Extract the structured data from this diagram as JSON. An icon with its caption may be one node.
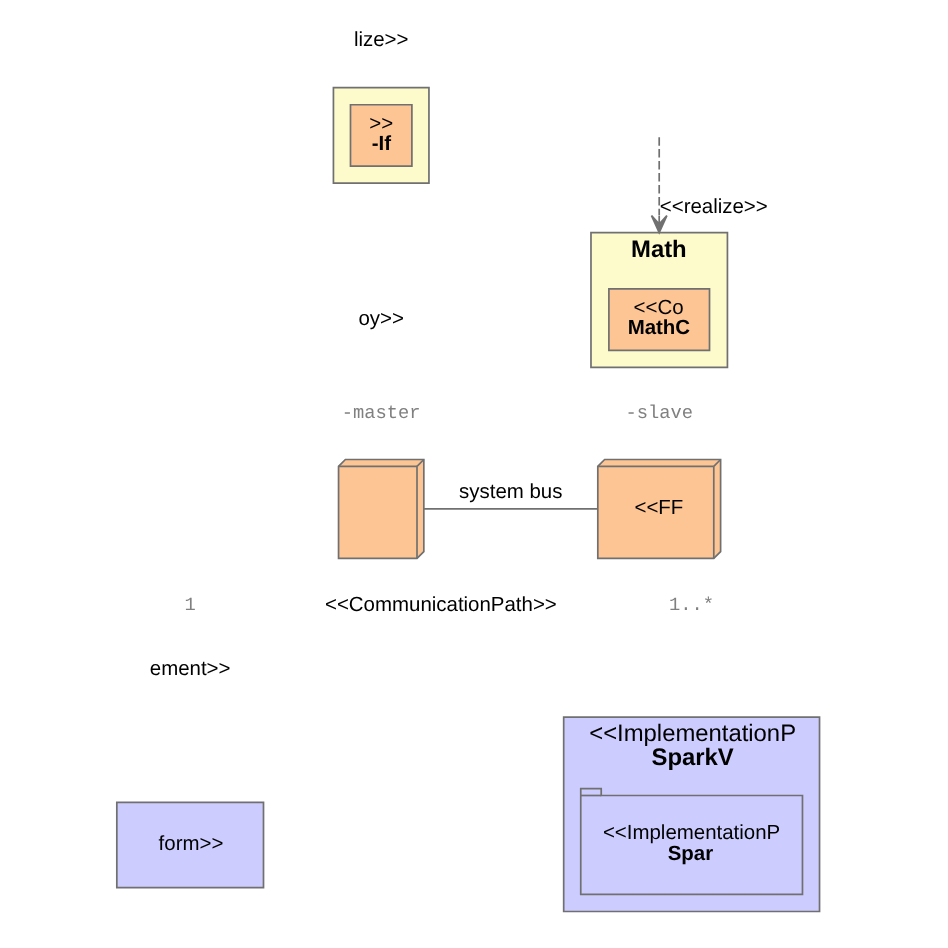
{
  "diagram": {
    "nodes": [
      {
        "text": [],
        "shape": "box"
      },
      {
        "text": [
          ">>",
          "-If"
        ],
        "in": 0
      },
      {
        "text": [
          "Math"
        ]
      },
      {
        "text": [
          "<<Co",
          "MathC"
        ],
        "in": 2
      },
      {
        "text": [],
        "shape": "cube"
      },
      {
        "text": [
          "<<FF"
        ]
      },
      {
        "text": [
          "form>>"
        ]
      },
      {
        "text": [
          "<<ImplementationP",
          "SparkV"
        ]
      },
      {
        "text": [
          "<<ImplementationP",
          "Spar"
        ],
        "in": 7
      }
    ],
    "edges": [
      {
        "from": null,
        "to": 2,
        "arrow": "to",
        "style": "dashed",
        "label": "<<realize>>"
      },
      {
        "from": 4,
        "to": 5,
        "arrow": "none",
        "label": "system bus"
      }
    ],
    "labels": [
      "lize>>",
      "oy>>",
      "-master",
      "-slave",
      "1",
      "1..*",
      "<<CommunicationPath>>",
      "ement>>"
    ]
  }
}
